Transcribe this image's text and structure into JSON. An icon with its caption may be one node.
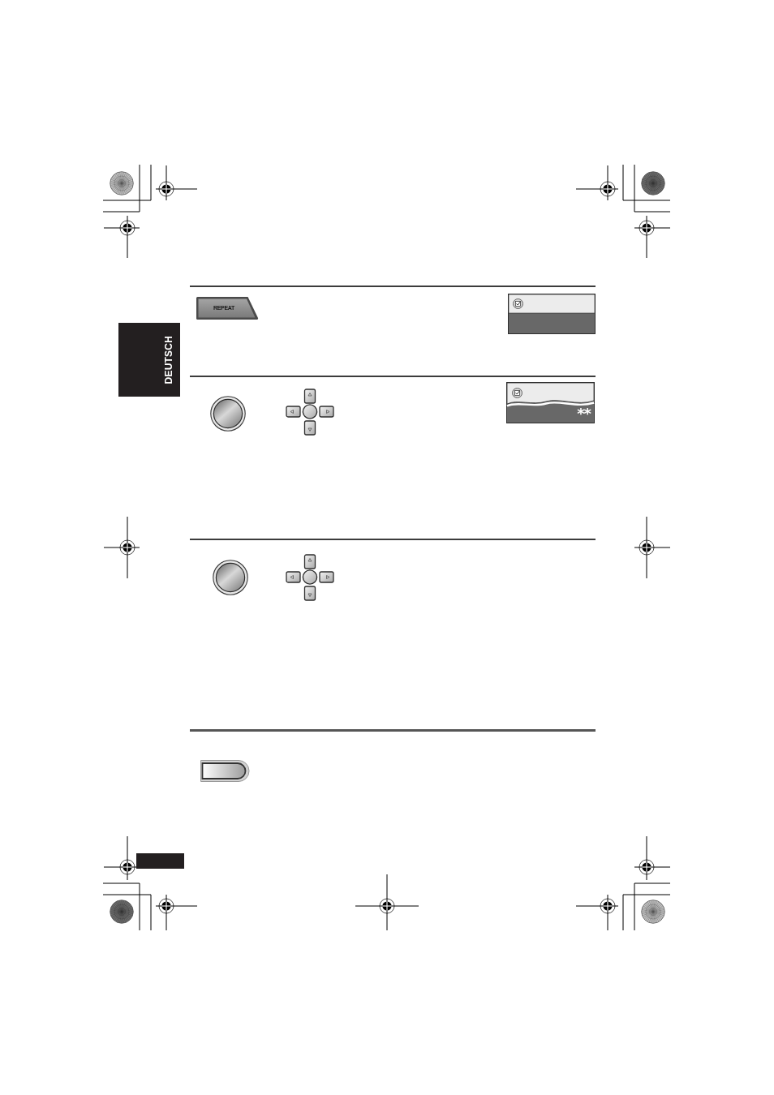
{
  "diagram": {
    "nodes": [
      {
        "text": [
          "REPEAT"
        ]
      },
      {
        "text": [],
        "shape": "box"
      },
      {
        "text": [
          "DEUTSCH"
        ]
      },
      {
        "text": [
          "**"
        ]
      }
    ]
  }
}
